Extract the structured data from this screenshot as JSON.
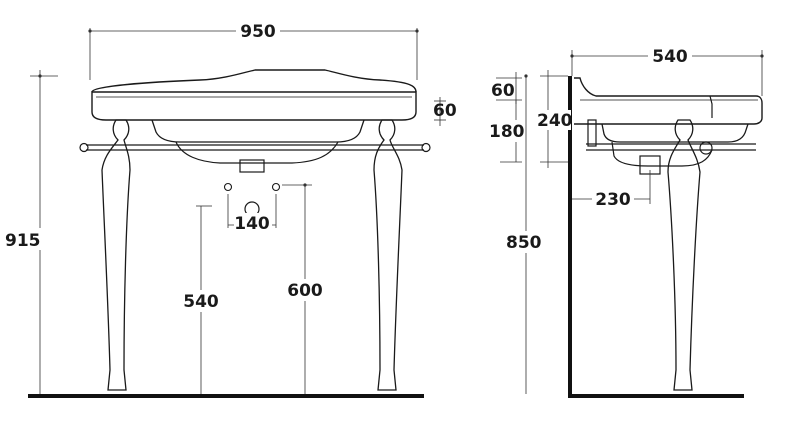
{
  "front_view": {
    "overall_width": "950",
    "overall_height": "915",
    "basin_depth": "60",
    "hole_spacing": "140",
    "drain_height": "540",
    "supply_height": "600"
  },
  "side_view": {
    "overall_depth": "540",
    "rim_thickness": "60",
    "bowl_depth": "180",
    "basin_height": "240",
    "drain_offset": "230",
    "rim_height": "850"
  },
  "colors": {
    "ink": "#1a1a1a",
    "floor": "#111111",
    "wall": "#111111"
  }
}
